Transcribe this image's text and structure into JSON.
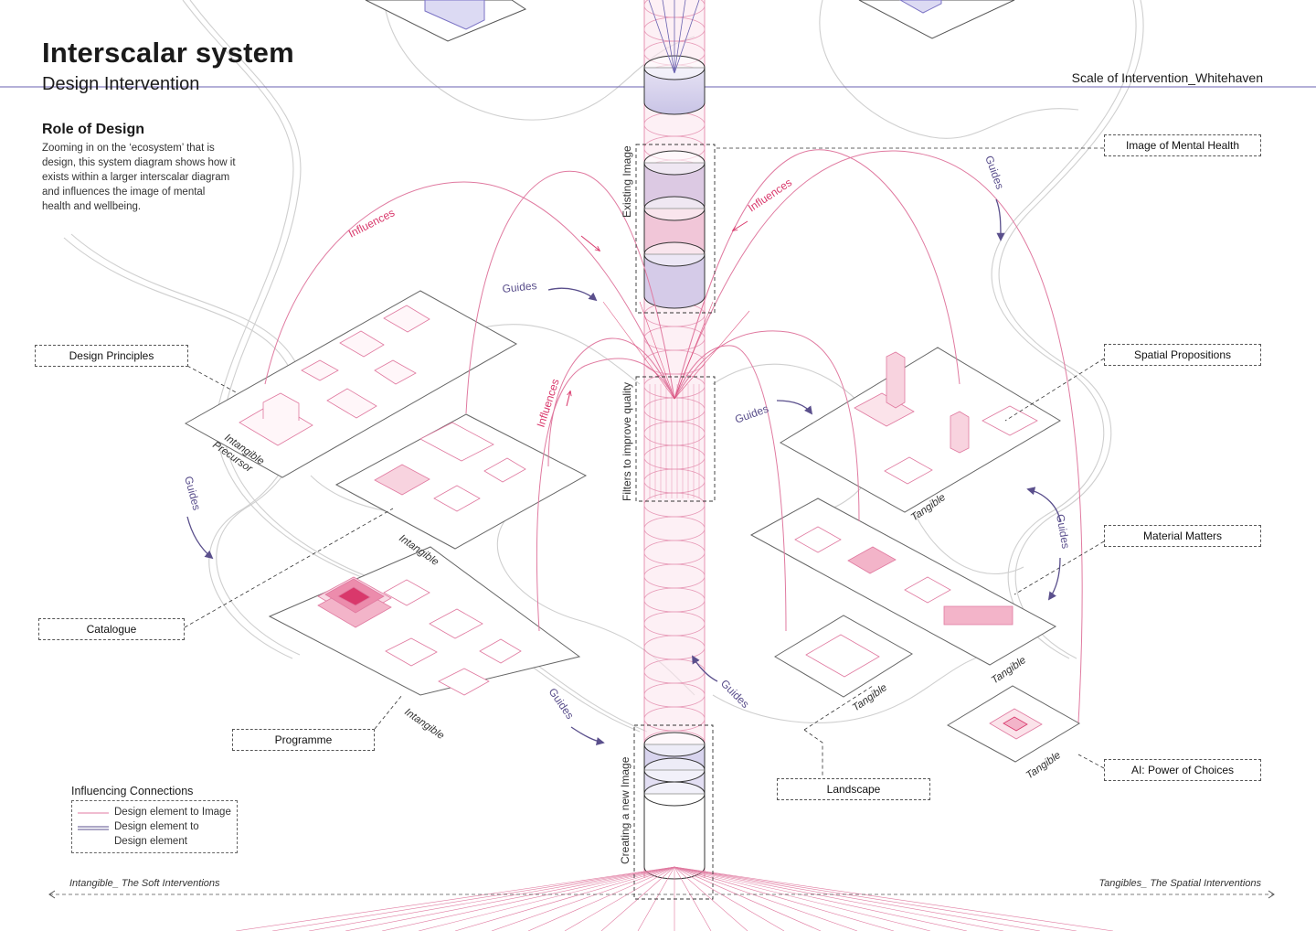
{
  "header": {
    "title": "Interscalar system",
    "subtitle": "Design Intervention",
    "scale_label": "Scale of Intervention_Whitehaven"
  },
  "intro": {
    "heading": "Role of Design",
    "body": "Zooming in on the ‘ecosystem’ that is design, this system diagram shows how it exists within a larger interscalar diagram and influences the image of mental health and wellbeing."
  },
  "labels": {
    "design_principles": "Design Principles",
    "catalogue": "Catalogue",
    "programme": "Programme",
    "image_of_mental_health": "Image of Mental Health",
    "spatial_propositions": "Spatial Propositions",
    "material_matters": "Material Matters",
    "ai_power_of_choices": "AI: Power of Choices",
    "landscape": "Landscape"
  },
  "column": {
    "existing_image": "Existing Image",
    "filters": "Filters to improve quality",
    "creating_new_image": "Creating a new Image"
  },
  "platforms": {
    "intangible_precursor": "Intangible Precursor",
    "intangible_1": "Intangible",
    "intangible_2": "Intangible",
    "tangible_1": "Tangible",
    "tangible_2": "Tangible",
    "tangible_3": "Tangible",
    "tangible_4": "Tangible"
  },
  "arrows": {
    "influences": "Influences",
    "guides": "Guides"
  },
  "legend": {
    "title": "Influencing Connections",
    "pink_label": "Design element to Image",
    "purple_label": "Design element to Design element"
  },
  "footer": {
    "left": "Intangible_ The Soft Interventions",
    "right": "Tangibles_ The Spatial Interventions"
  },
  "colors": {
    "pink": "#d9386b",
    "pink_light": "#f3c7d5",
    "purple": "#5a4f8c",
    "purple_light": "#c9c4e6",
    "grey": "#bdbdbd"
  }
}
